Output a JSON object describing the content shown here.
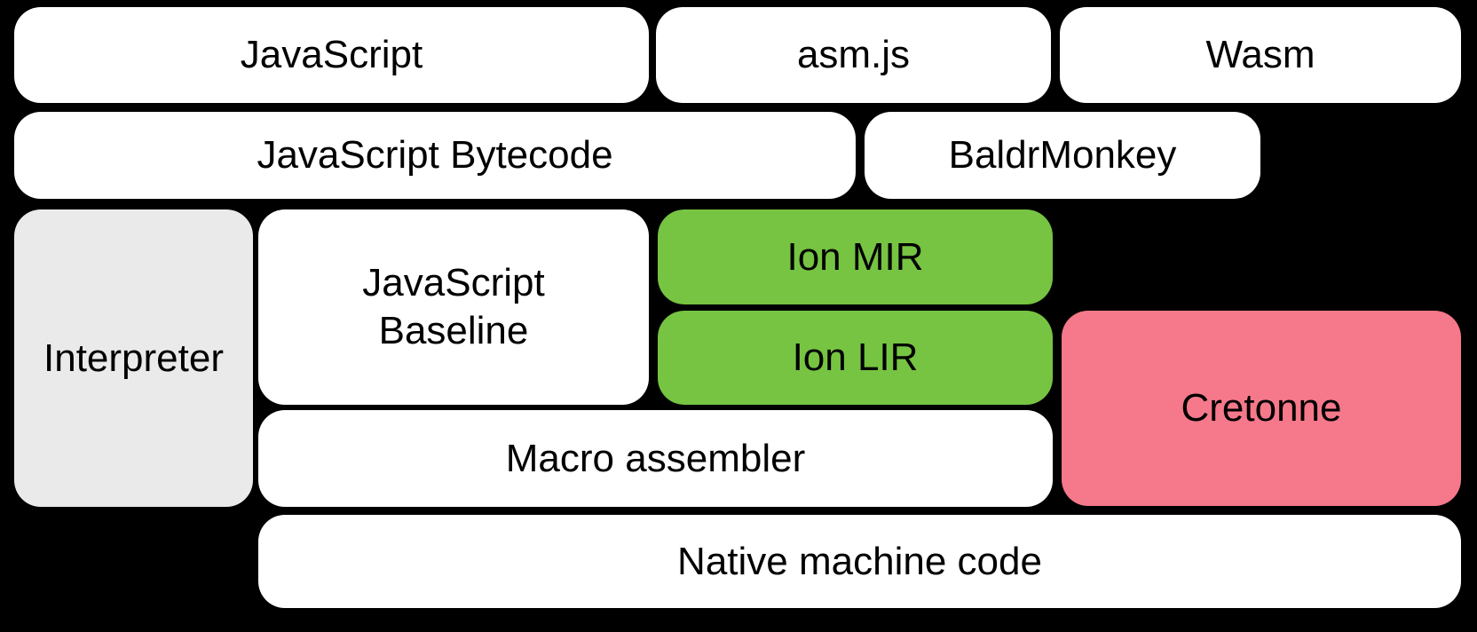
{
  "diagram": {
    "background_color": "#000000",
    "text_color": "#000000",
    "colors": {
      "default_box": "#FFFFFF",
      "interpreter_gray": "#EAEAEA",
      "ion_green": "#76C442",
      "cretonne_pink": "#F5798A"
    },
    "boxes": {
      "javascript": {
        "label": "JavaScript",
        "fill": "#FFFFFF"
      },
      "asmjs": {
        "label": "asm.js",
        "fill": "#FFFFFF"
      },
      "wasm": {
        "label": "Wasm",
        "fill": "#FFFFFF"
      },
      "bytecode": {
        "label": "JavaScript Bytecode",
        "fill": "#FFFFFF"
      },
      "baldrmonkey": {
        "label": "BaldrMonkey",
        "fill": "#FFFFFF"
      },
      "interpreter": {
        "label": "Interpreter",
        "fill": "#EAEAEA"
      },
      "baseline": {
        "label": "JavaScript\nBaseline",
        "fill": "#FFFFFF"
      },
      "ionmir": {
        "label": "Ion MIR",
        "fill": "#76C442"
      },
      "ionlir": {
        "label": "Ion LIR",
        "fill": "#76C442"
      },
      "cretonne": {
        "label": "Cretonne",
        "fill": "#F5798A"
      },
      "macro": {
        "label": "Macro assembler",
        "fill": "#FFFFFF"
      },
      "native": {
        "label": "Native machine code",
        "fill": "#FFFFFF"
      }
    }
  }
}
